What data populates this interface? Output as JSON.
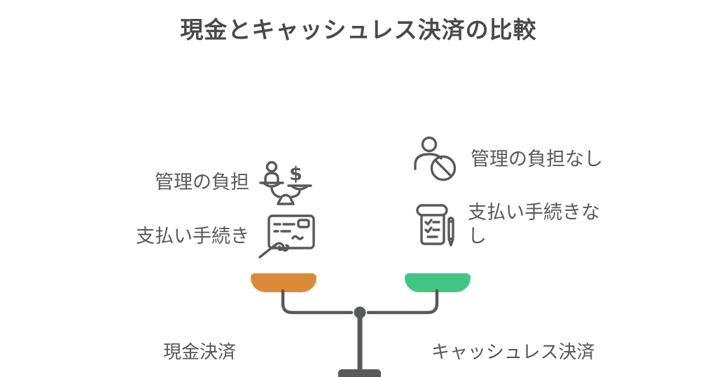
{
  "title": "現金とキャッシュレス決済の比較",
  "left_column": {
    "items": [
      {
        "label": "管理の負担",
        "icon": "person-money-scale-icon"
      },
      {
        "label": "支払い手続き",
        "icon": "check-writing-icon"
      }
    ],
    "footer_label": "現金決済",
    "pan_color": "#DC8A38"
  },
  "right_column": {
    "items": [
      {
        "label": "管理の負担なし",
        "icon": "person-prohibited-icon"
      },
      {
        "label": "支払い手続きなし",
        "icon": "checklist-pen-icon"
      }
    ],
    "footer_label": "キャッシュレス決済",
    "pan_color": "#41C585"
  },
  "scale": {
    "line_color": "#58595B",
    "text_color": "#595959",
    "title_color": "#4A4A4A"
  }
}
